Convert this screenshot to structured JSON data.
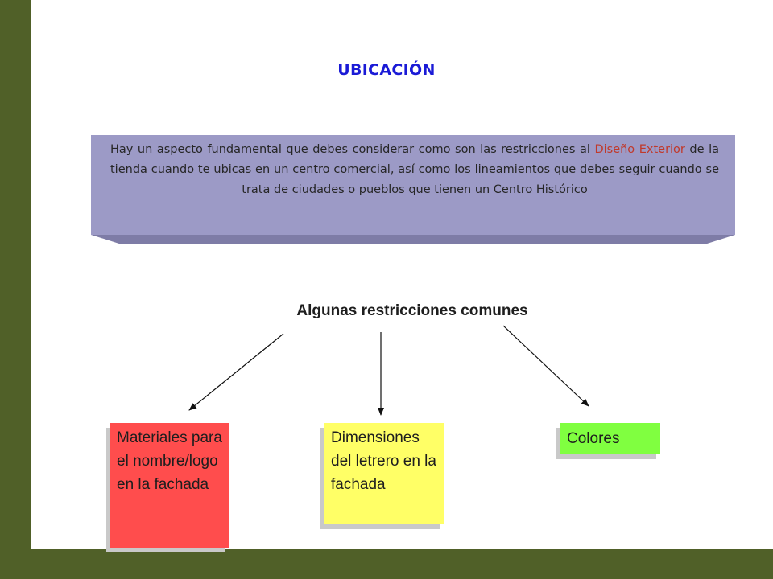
{
  "title": "UBICACIÓN",
  "banner": {
    "text_before": "Hay un aspecto fundamental que debes considerar como son las restricciones al ",
    "highlight": "Diseño Exterior",
    "text_after": " de la tienda cuando te ubicas en un centro comercial, así como los lineamientos que debes seguir cuando se trata de ciudades o pueblos que tienen un Centro Histórico"
  },
  "subtitle": "Algunas restricciones comunes",
  "boxes": {
    "materials": "Materiales para el nombre/logo en la fachada",
    "dimensions": "Dimensiones del letrero en la fachada",
    "colors": "Colores"
  },
  "colors": {
    "title": "#1a1ad6",
    "banner": "#9c9ac6",
    "highlight": "#c0392b",
    "box_red": "#ff4d4d",
    "box_yellow": "#ffff66",
    "box_green": "#80ff40",
    "frame": "#506028"
  }
}
